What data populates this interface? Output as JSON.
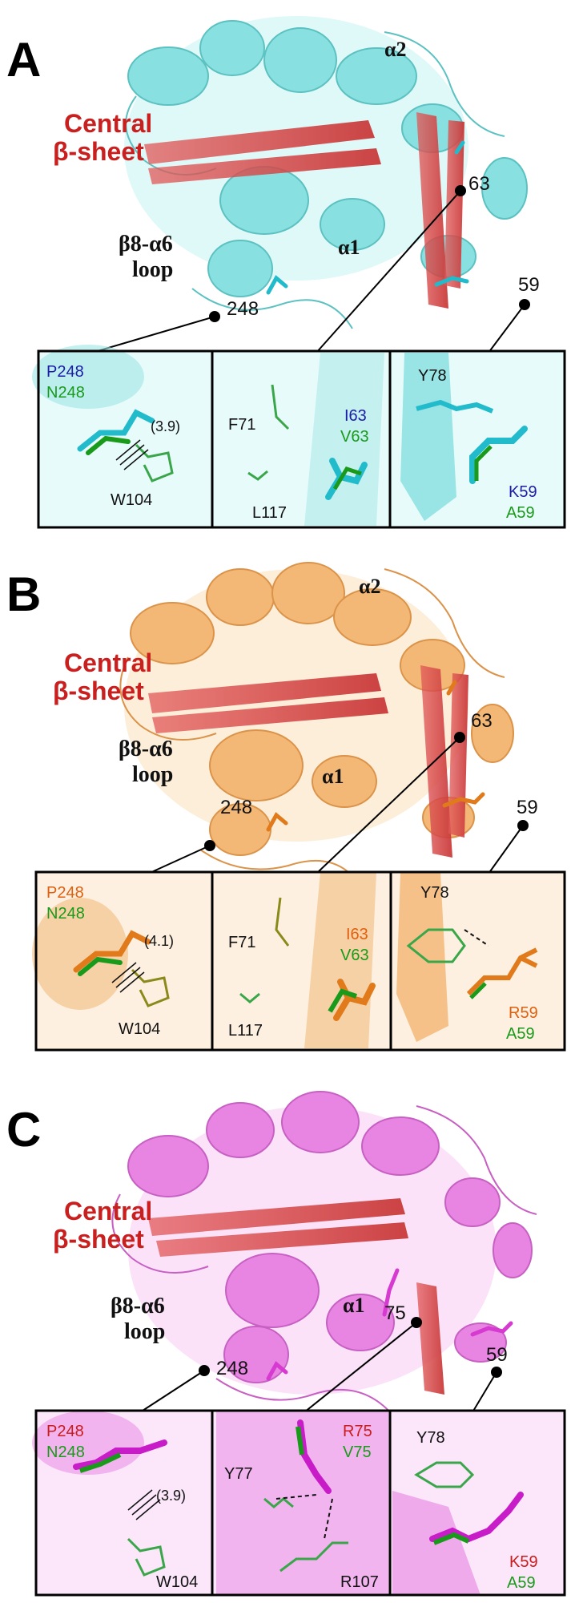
{
  "colors": {
    "panel_a_protein": "#7fdede",
    "panel_b_protein": "#f2b26b",
    "panel_c_protein": "#e678e0",
    "beta_sheet": "#e25a5a",
    "label_red": "#c9201f",
    "mutant_green": "#1a9a1a",
    "panel_a_mut": "#1c1ca8",
    "panel_b_mut": "#e06010",
    "panel_c_mut": "#c91c1c"
  },
  "panels": [
    {
      "letter": "A",
      "sheet_line1": "Central",
      "sheet_line2": "β-sheet",
      "loop_line1": "β8-α6",
      "loop_line2": "loop",
      "helix1": "α1",
      "helix2": "α2",
      "site_248": "248",
      "site_mid": "63",
      "site_59": "59",
      "inset1": {
        "wt": "P248",
        "mut": "N248",
        "dist": "(3.9)",
        "res": "W104"
      },
      "inset2": {
        "res1": "F71",
        "res2": "L117",
        "wt": "I63",
        "mut": "V63"
      },
      "inset3": {
        "res": "Y78",
        "wt": "K59",
        "mut": "A59"
      }
    },
    {
      "letter": "B",
      "sheet_line1": "Central",
      "sheet_line2": "β-sheet",
      "loop_line1": "β8-α6",
      "loop_line2": "loop",
      "helix1": "α1",
      "helix2": "α2",
      "site_248": "248",
      "site_mid": "63",
      "site_59": "59",
      "inset1": {
        "wt": "P248",
        "mut": "N248",
        "dist": "(4.1)",
        "res": "W104"
      },
      "inset2": {
        "res1": "F71",
        "res2": "L117",
        "wt": "I63",
        "mut": "V63"
      },
      "inset3": {
        "res": "Y78",
        "wt": "R59",
        "mut": "A59"
      }
    },
    {
      "letter": "C",
      "sheet_line1": "Central",
      "sheet_line2": "β-sheet",
      "loop_line1": "β8-α6",
      "loop_line2": "loop",
      "helix1": "α1",
      "site_248": "248",
      "site_mid": "75",
      "site_59": "59",
      "inset1": {
        "wt": "P248",
        "mut": "N248",
        "dist": "(3.9)",
        "res": "W104"
      },
      "inset2": {
        "res1": "Y77",
        "res2": "R107",
        "wt": "R75",
        "mut": "V75"
      },
      "inset3": {
        "res": "Y78",
        "wt": "K59",
        "mut": "A59"
      }
    }
  ]
}
